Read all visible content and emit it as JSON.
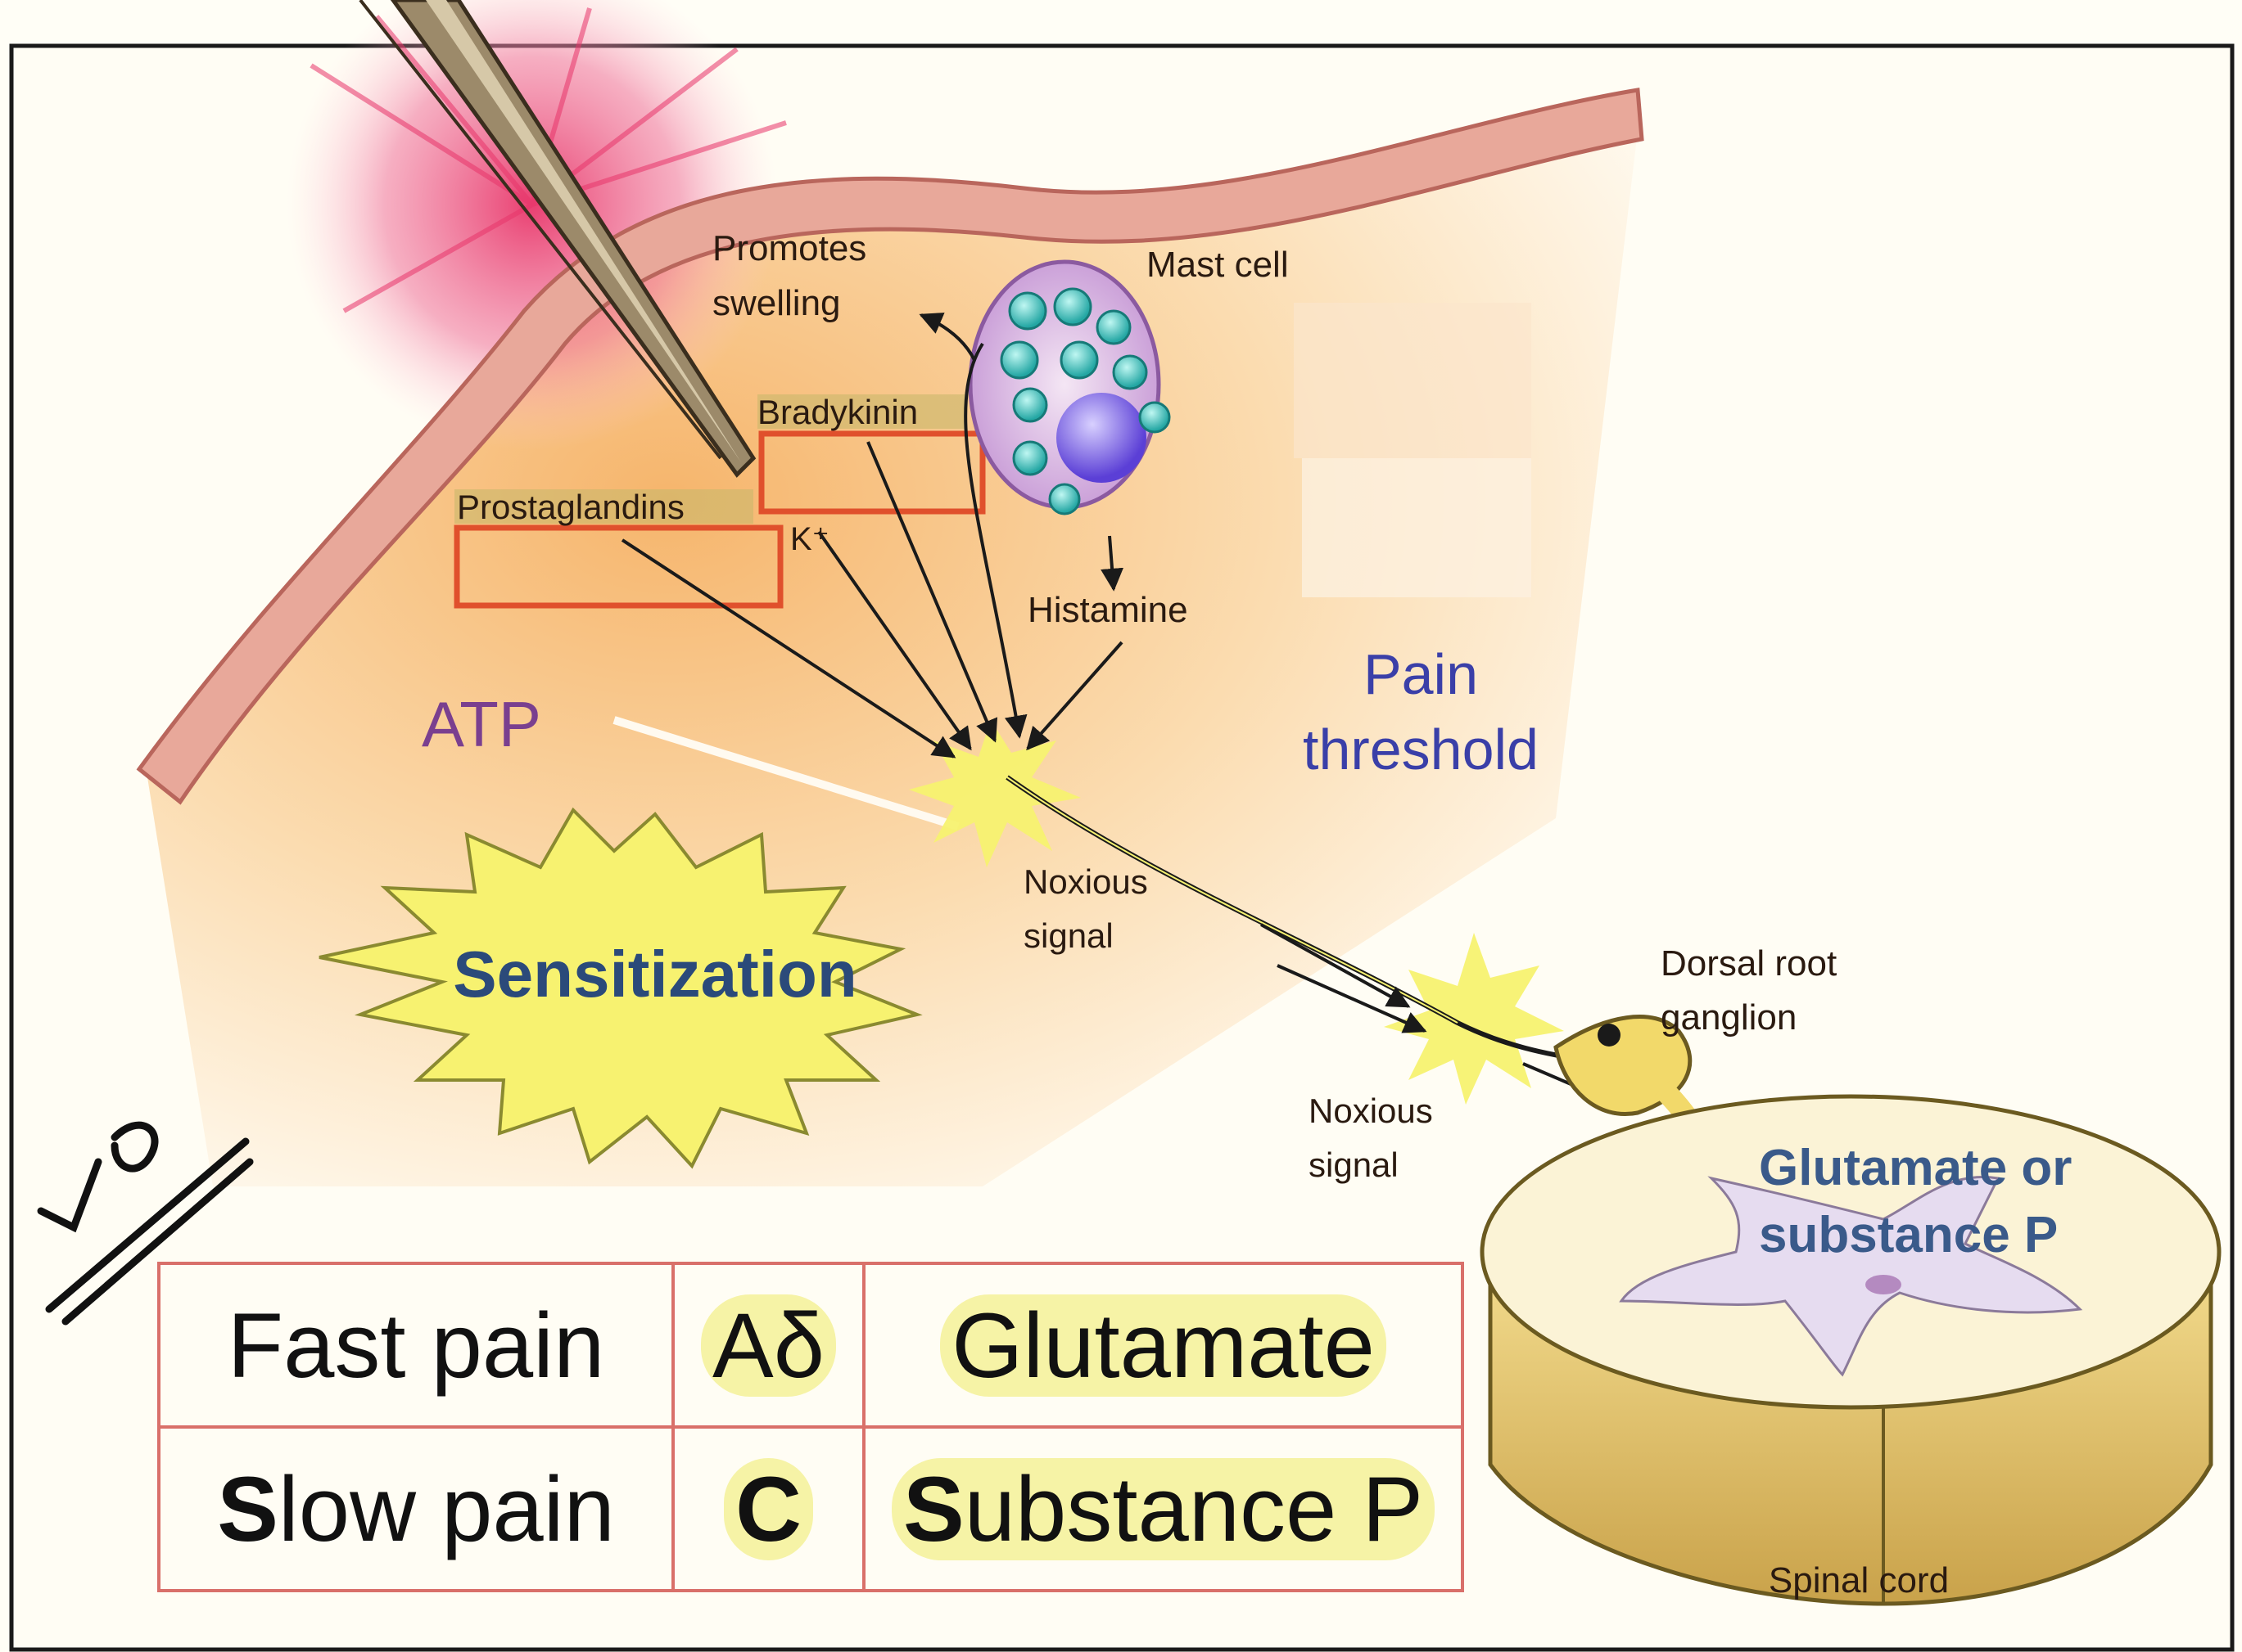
{
  "labels": {
    "promotes_swelling": [
      "Promotes",
      "swelling"
    ],
    "mast_cell": "Mast cell",
    "bradykinin": "Bradykinin",
    "prostaglandins": "Prostaglandins",
    "k_plus": "K⁺",
    "histamine": "Histamine",
    "atp": "ATP",
    "pain_threshold": [
      "Pain",
      "threshold"
    ],
    "sensitization": "Sensitization",
    "noxious_signal_1": [
      "Noxious",
      "signal"
    ],
    "noxious_signal_2": [
      "Noxious",
      "signal"
    ],
    "dorsal_root_ganglion": [
      "Dorsal root",
      "ganglion"
    ],
    "glutamate_or_substance_p": [
      "Glutamate or",
      "substance P"
    ],
    "spinal_cord": "Spinal cord",
    "handwritten_mark": "ڸ"
  },
  "table": {
    "rows": [
      {
        "pain_type": "Fast pain",
        "fiber": "Aδ",
        "transmitter": "Glutamate",
        "first_letter": "",
        "rest": "Fast pain",
        "t_first": "",
        "t_rest": "Glutamate"
      },
      {
        "pain_type": "Slow pain",
        "fiber": "C",
        "transmitter": "Substance P",
        "first_letter": "S",
        "rest": "low pain",
        "t_first": "S",
        "t_rest": "ubstance P"
      }
    ]
  },
  "colors": {
    "tissue_fill": "#f8c98e",
    "skin_band": "#e8a89a",
    "skin_outline": "#b9665c",
    "highlight_box": "#e0502c",
    "pain_threshold_text": "#3a3fa8",
    "sensitization_text": "#2b4a7a",
    "starburst": "#f7f270",
    "table_border": "#d9706a"
  }
}
